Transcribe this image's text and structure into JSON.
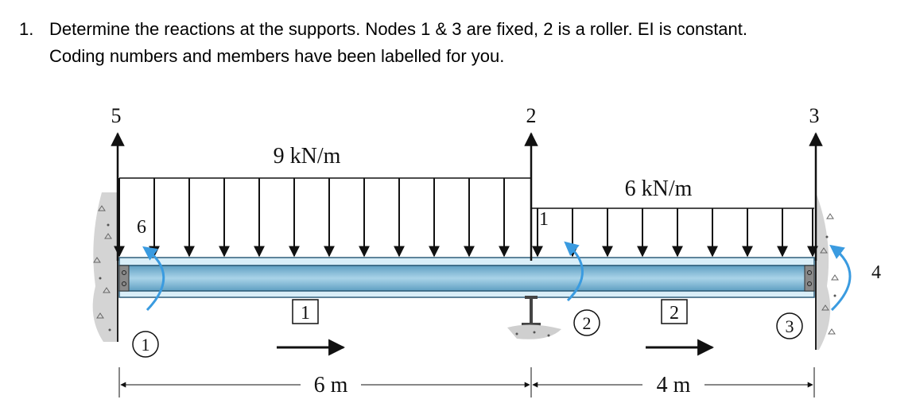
{
  "question": {
    "number": "1.",
    "line1": "Determine the reactions at the supports. Nodes 1 & 3 are fixed, 2 is a roller. EI is constant.",
    "line2": "Coding numbers and members have been labelled for you."
  },
  "diagram": {
    "codes": {
      "left_vertical": "5",
      "left_rotation": "6",
      "middle_vertical": "2",
      "middle_rotation": "1",
      "right_vertical": "3",
      "right_rotation": "4"
    },
    "nodes": {
      "n1": "1",
      "n2": "2",
      "n3": "3"
    },
    "members": {
      "m1": "1",
      "m2": "2"
    },
    "loads": {
      "left": "9 kN/m",
      "right": "6 kN/m"
    },
    "spans": {
      "left": "6 m",
      "right": "4 m"
    },
    "colors": {
      "beam": "#8fc3dc",
      "beam_edge": "#2f5f7a",
      "rotation_arrow": "#3a9be0",
      "ink": "#111111"
    }
  }
}
